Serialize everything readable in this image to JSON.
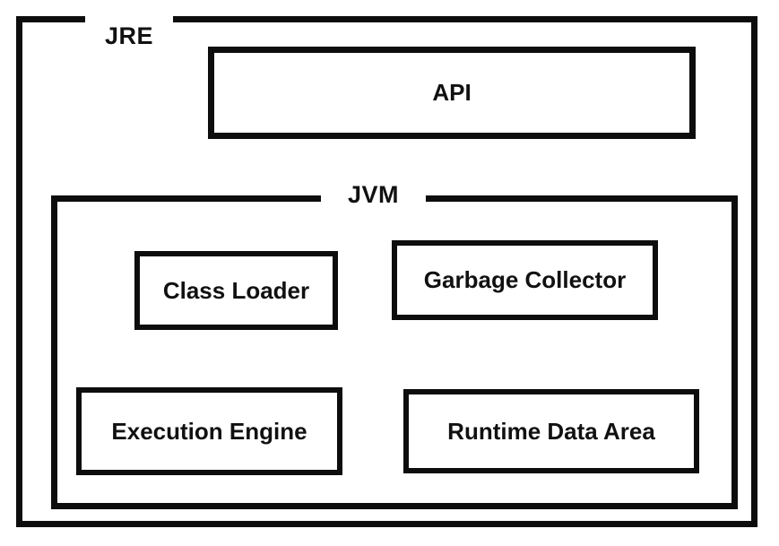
{
  "diagram": {
    "jre": {
      "label": "JRE"
    },
    "api": {
      "label": "API"
    },
    "jvm": {
      "label": "JVM",
      "components": [
        {
          "id": "class-loader",
          "label": "Class Loader"
        },
        {
          "id": "garbage-collector",
          "label": "Garbage Collector"
        },
        {
          "id": "execution-engine",
          "label": "Execution Engine"
        },
        {
          "id": "runtime-data-area",
          "label": "Runtime Data Area"
        }
      ]
    },
    "colors": {
      "line": "#0d0d0d",
      "background": "#ffffff",
      "text": "#111111"
    }
  }
}
